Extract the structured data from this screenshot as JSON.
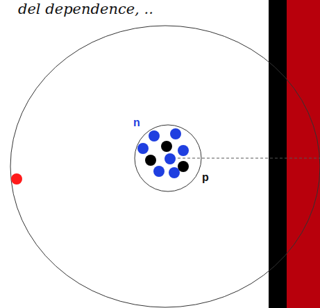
{
  "diagram": {
    "labels": [
      "del dependence, ..",
      "n",
      "p"
    ]
  }
}
